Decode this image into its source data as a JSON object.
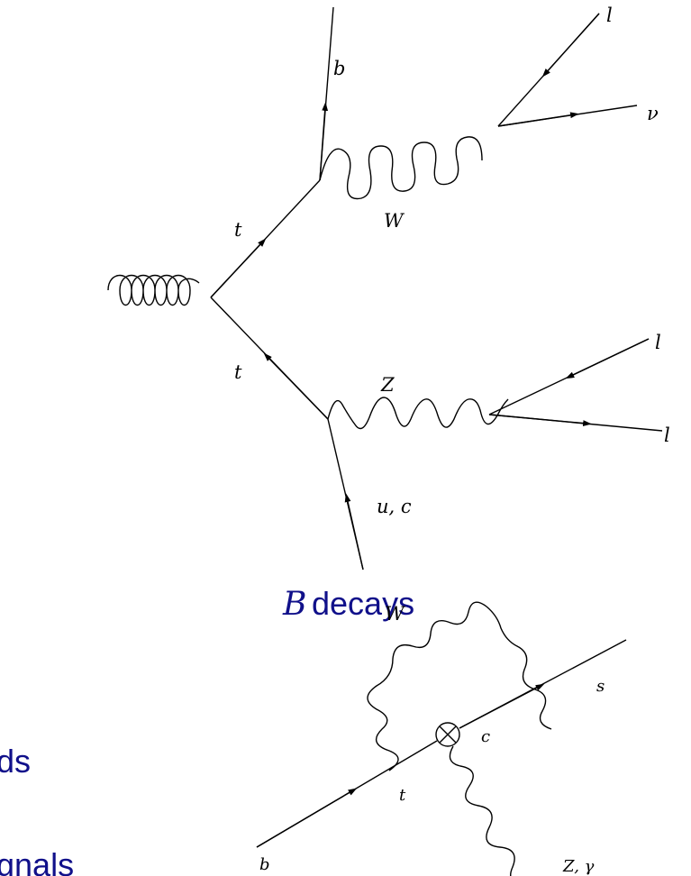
{
  "diagram_top": {
    "labels": {
      "b": "b",
      "l_top": "l",
      "nu": "ν",
      "w": "W",
      "t_upper": "t",
      "t_lower": "t",
      "z": "Z",
      "l_mid": "l",
      "l_bottom": "l",
      "uc": "u, c"
    }
  },
  "diagram_bottom": {
    "labels": {
      "w": "W",
      "s": "s",
      "c": "c",
      "t": "t",
      "b": "b",
      "zgamma": "Z, γ"
    }
  },
  "slide_text": {
    "b_symbol": "B",
    "decays": "decays",
    "fragment_1": "ds",
    "fragment_2": "gnals"
  },
  "colors": {
    "slide_text": "#10108a",
    "lines": "#000000"
  }
}
